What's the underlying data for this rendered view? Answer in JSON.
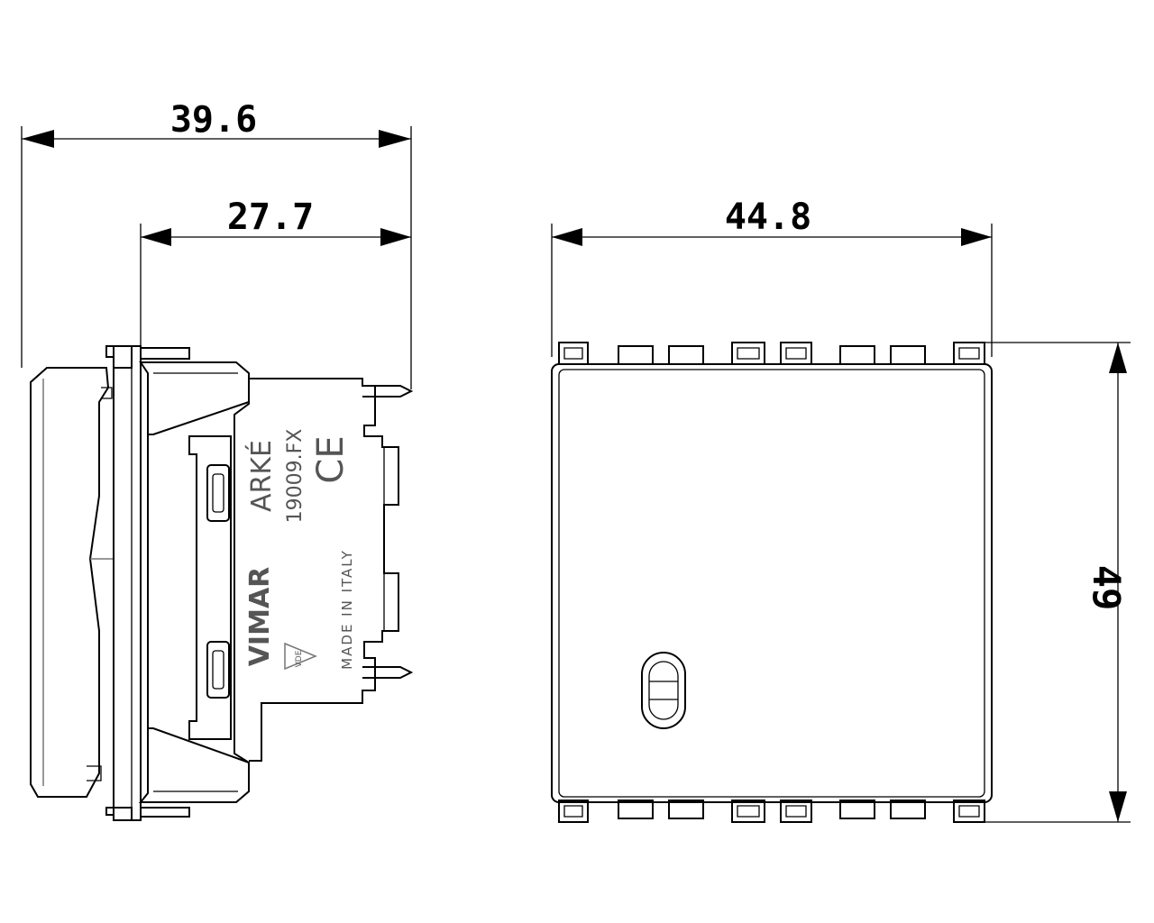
{
  "dimensions": {
    "overall_depth": "39.6",
    "body_depth": "27.7",
    "width": "44.8",
    "height": "49"
  },
  "markings": {
    "brand": "VIMAR",
    "series": "ARKÉ",
    "code": "19009.FX",
    "origin": "MADE IN ITALY",
    "conformity": "CE",
    "approval": "VDE"
  }
}
